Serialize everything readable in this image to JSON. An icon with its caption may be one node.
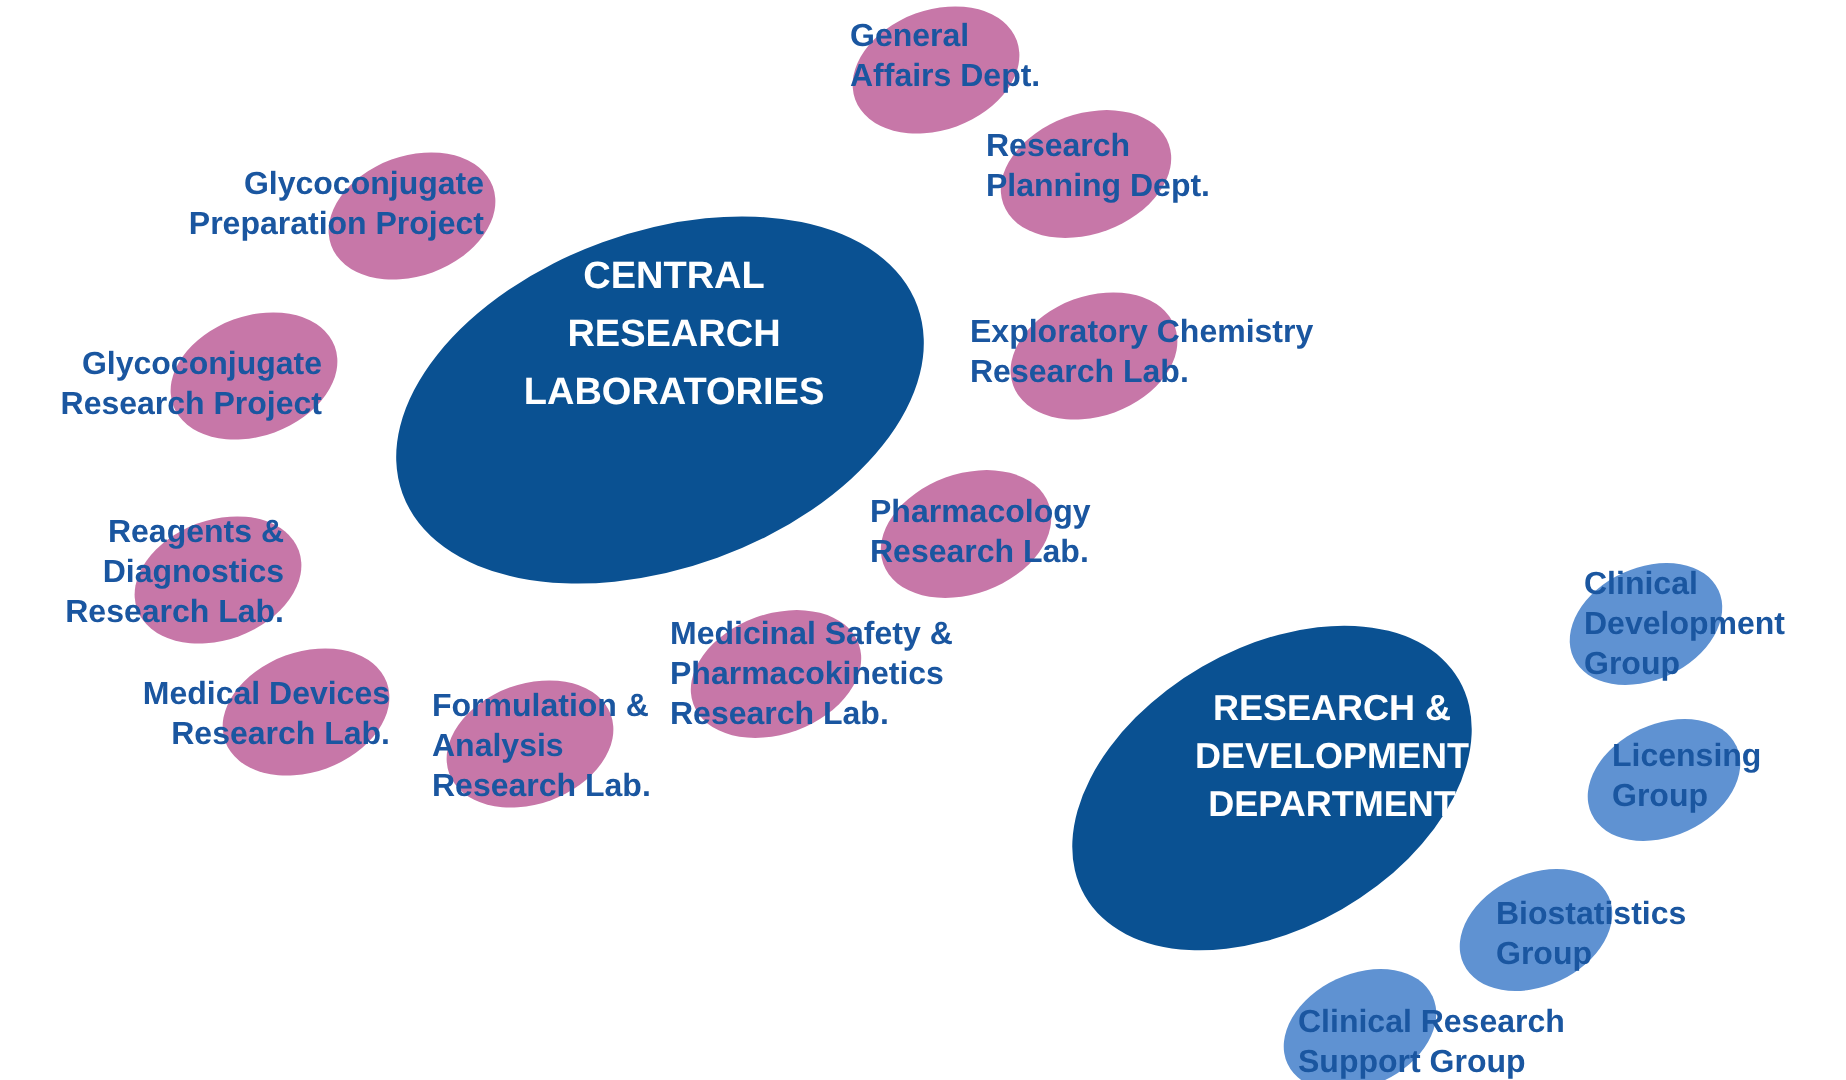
{
  "diagram": {
    "nodes": [
      {
        "text": [
          "CENTRAL RESEARCH LABORATORIES"
        ]
      },
      {
        "text": [
          "General Affairs Dept."
        ]
      },
      {
        "text": [
          "Research Planning Dept."
        ]
      },
      {
        "text": [
          "Exploratory Chemistry Research Lab."
        ]
      },
      {
        "text": [
          "Pharmacology Research Lab."
        ]
      },
      {
        "text": [
          "Medicinal Safety & Pharmacokinetics Research Lab."
        ]
      },
      {
        "text": [
          "Formulation & Analysis Research Lab."
        ]
      },
      {
        "text": [
          "Medical Devices Research Lab."
        ]
      },
      {
        "text": [
          "Reagents & Diagnostics Research Lab."
        ]
      },
      {
        "text": [
          "Glycoconjugate Research Project"
        ]
      },
      {
        "text": [
          "Glycoconjugate Preparation Project"
        ]
      },
      {
        "text": [
          "RESEARCH & DEVELOPMENT DEPARTMENT"
        ]
      },
      {
        "text": [
          "Clinical Development Group"
        ]
      },
      {
        "text": [
          "Licensing Group"
        ]
      },
      {
        "text": [
          "Biostatistics Group"
        ]
      },
      {
        "text": [
          "Clinical Research Support Group"
        ]
      }
    ]
  }
}
